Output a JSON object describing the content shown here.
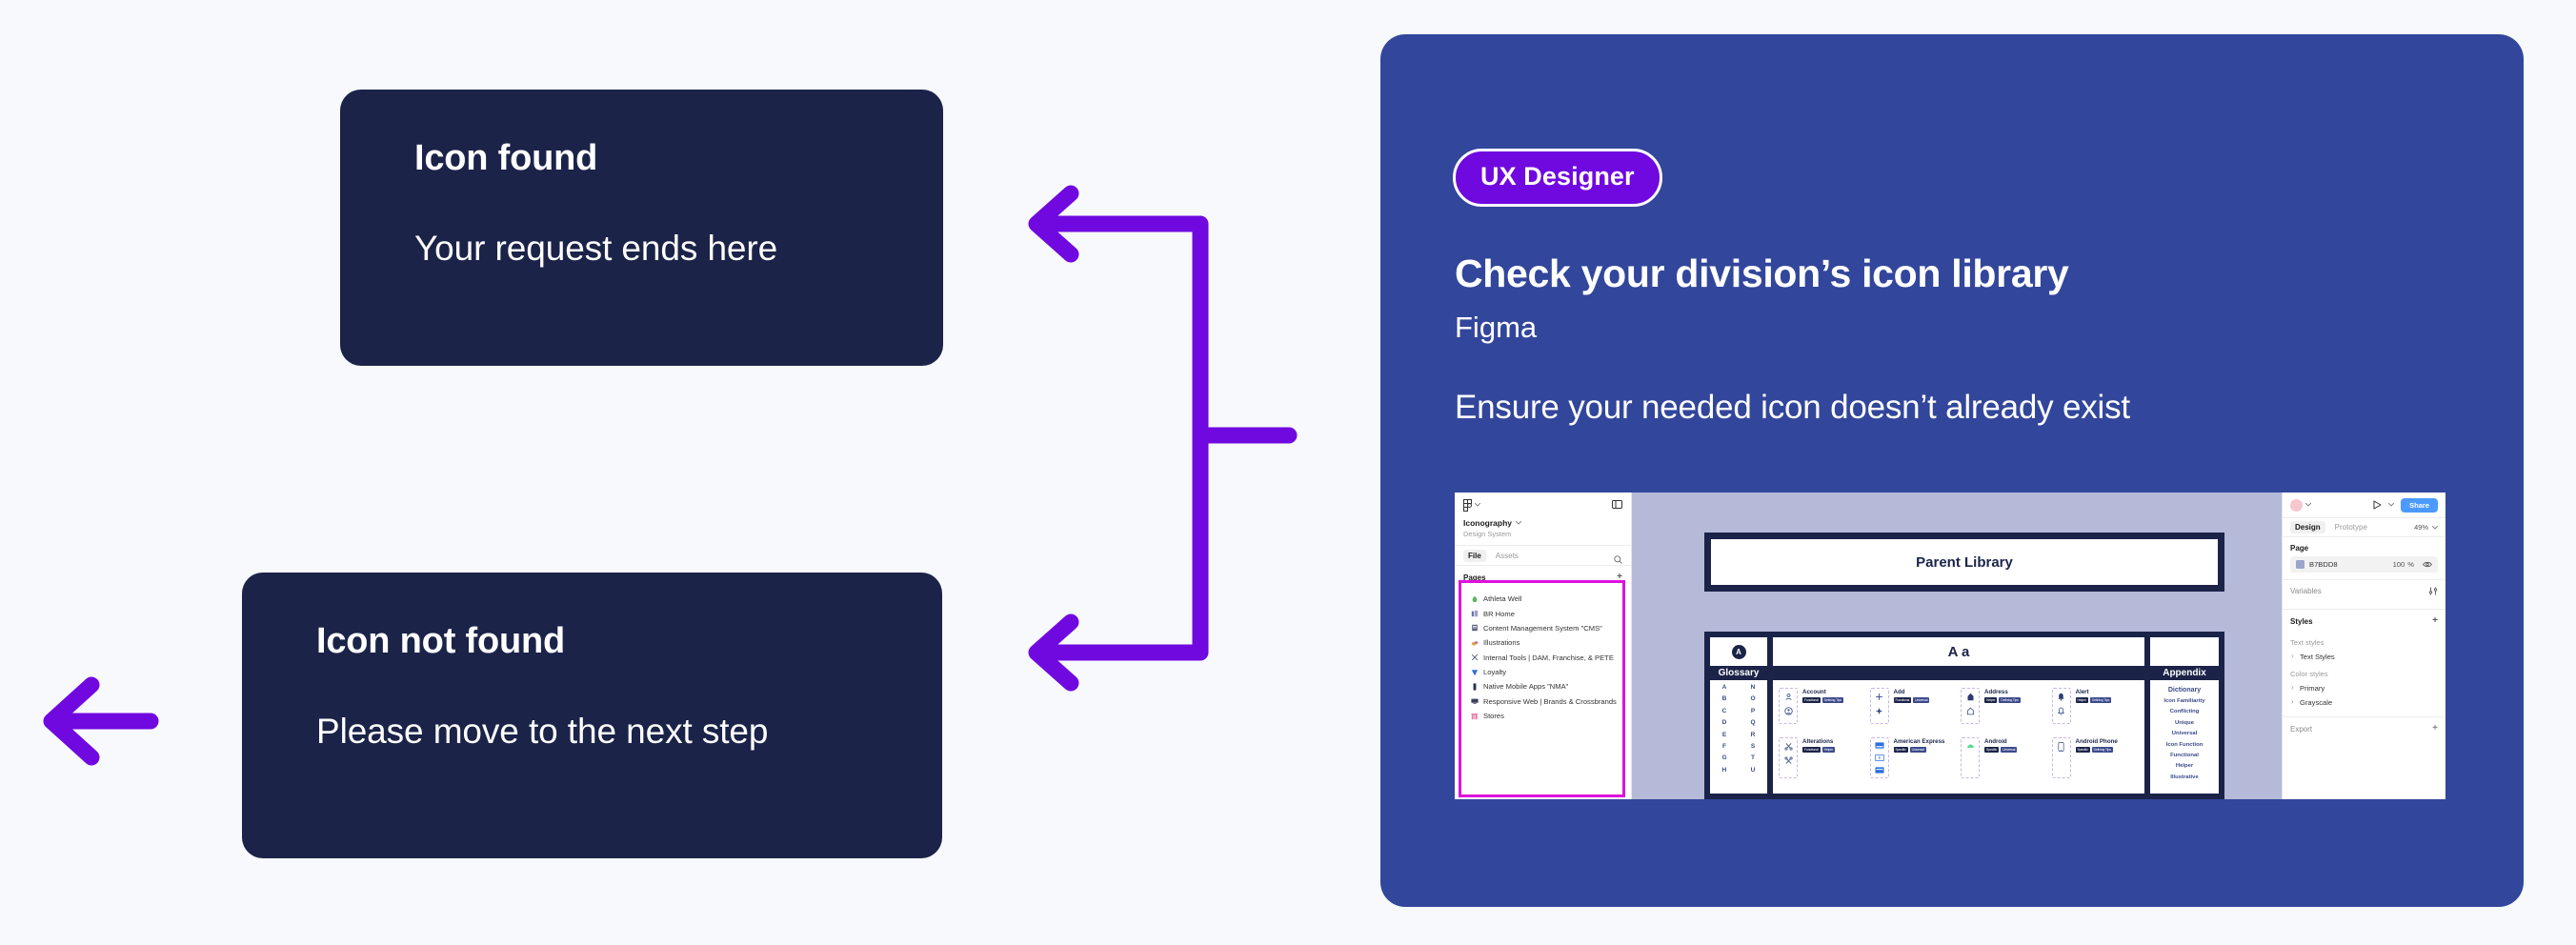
{
  "page": {
    "background": "#F7F9FD"
  },
  "colors": {
    "navy": "#1B2348",
    "panel_blue": "#32469B",
    "badge_purple": "#7009E0",
    "arrow_purple": "#7009E0",
    "highlight_magenta": "#DD12DD",
    "canvas_lavender": "#B4BAD8"
  },
  "outcomes": [
    {
      "title": "Icon found",
      "subtitle": "Your request ends here"
    },
    {
      "title": "Icon not found",
      "subtitle": "Please move to the next step"
    }
  ],
  "step_panel": {
    "badge": "UX Designer",
    "heading": "Check your division’s icon library",
    "tool": "Figma",
    "description": "Ensure your needed icon doesn’t already exist"
  },
  "figma": {
    "left_panel": {
      "file_name": "Iconography",
      "file_subtitle": "Design System",
      "tabs": [
        "File",
        "Assets"
      ],
      "active_tab": "File",
      "pages_label": "Pages",
      "add_label": "+",
      "current_page": "Parent Library",
      "library_items": [
        "Athleta Well",
        "BR Home",
        "Content Management System  \"CMS\"",
        "Illustrations",
        "Internal Tools | DAM, Franchise, & PETE",
        "Loyalty",
        "Native Mobile Apps \"NMA\"",
        "Responsive Web | Brands & Crossbrands",
        "Stores"
      ]
    },
    "canvas": {
      "parent_frame_title": "Parent Library",
      "library_frame_title": "A a",
      "avatar_letter": "A",
      "glossary_label": "Glossary",
      "appendix_label": "Appendix",
      "glossary_letters": [
        "A",
        "N",
        "B",
        "O",
        "C",
        "P",
        "D",
        "Q",
        "E",
        "R",
        "F",
        "S",
        "G",
        "T",
        "H",
        "U"
      ],
      "appendix_items": [
        "Dictionary",
        "Icon Familiarity",
        "Conflicting",
        "Unique",
        "Universal",
        "Icon Function",
        "Functional",
        "Helper",
        "Illustrative"
      ],
      "icons": [
        {
          "name": "Account",
          "tags": [
            "Functional",
            "Defining Tips"
          ]
        },
        {
          "name": "Add",
          "tags": [
            "Functional",
            "Universal"
          ]
        },
        {
          "name": "Address",
          "tags": [
            "Helper",
            "Defining Tips"
          ]
        },
        {
          "name": "Alert",
          "tags": [
            "Helper",
            "Defining Tips"
          ]
        },
        {
          "name": "Alterations",
          "tags": [
            "Functional",
            "Helper"
          ]
        },
        {
          "name": "American Express",
          "tags": [
            "Specific",
            "Universal"
          ]
        },
        {
          "name": "Android",
          "tags": [
            "Specific",
            "Universal"
          ]
        },
        {
          "name": "Android Phone",
          "tags": [
            "Specific",
            "Defining Tips"
          ]
        }
      ]
    },
    "right_panel": {
      "share_label": "Share",
      "tabs": [
        "Design",
        "Prototype"
      ],
      "active_tab": "Design",
      "zoom": "49%",
      "page_label": "Page",
      "page_color": "B7BDD8",
      "page_opacity": "100",
      "page_opacity_unit": "%",
      "variables_label": "Variables",
      "styles_label": "Styles",
      "text_styles_label": "Text styles",
      "text_styles_item": "Text Styles",
      "color_styles_label": "Color styles",
      "color_style_items": [
        "Primary",
        "Grayscale"
      ],
      "export_label": "Export"
    }
  }
}
